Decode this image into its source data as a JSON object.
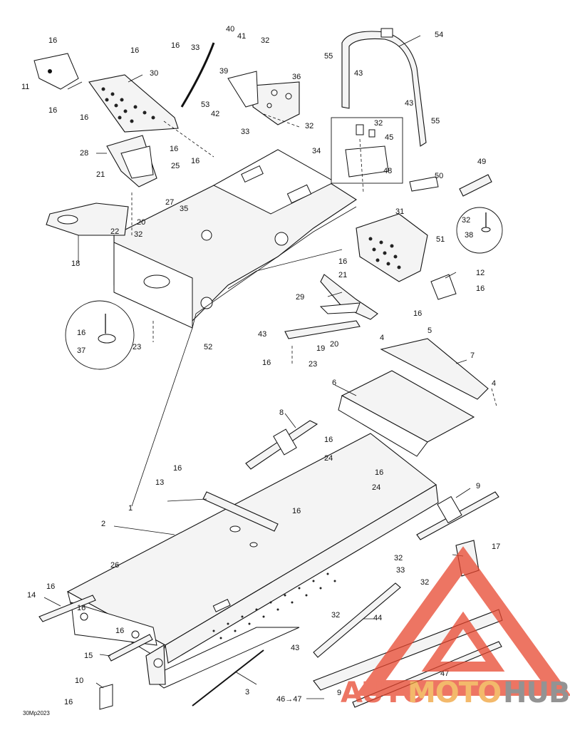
{
  "diagram": {
    "drawing_code": "30Mp2023",
    "callouts": [
      {
        "id": "c16a",
        "text": "16"
      },
      {
        "id": "c11",
        "text": "11"
      },
      {
        "id": "c16b",
        "text": "16"
      },
      {
        "id": "c16c",
        "text": "16"
      },
      {
        "id": "c16d",
        "text": "16"
      },
      {
        "id": "c16e",
        "text": "16"
      },
      {
        "id": "c30",
        "text": "30"
      },
      {
        "id": "c40",
        "text": "40"
      },
      {
        "id": "c41",
        "text": "41"
      },
      {
        "id": "c33a",
        "text": "33"
      },
      {
        "id": "c39",
        "text": "39"
      },
      {
        "id": "c32a",
        "text": "32"
      },
      {
        "id": "c36",
        "text": "36"
      },
      {
        "id": "c53",
        "text": "53"
      },
      {
        "id": "c42",
        "text": "42"
      },
      {
        "id": "c33b",
        "text": "33"
      },
      {
        "id": "c32b",
        "text": "32"
      },
      {
        "id": "c55a",
        "text": "55"
      },
      {
        "id": "c43a",
        "text": "43"
      },
      {
        "id": "c54",
        "text": "54"
      },
      {
        "id": "c43b",
        "text": "43"
      },
      {
        "id": "c55b",
        "text": "55"
      },
      {
        "id": "c32c",
        "text": "32"
      },
      {
        "id": "c45",
        "text": "45"
      },
      {
        "id": "c48",
        "text": "48"
      },
      {
        "id": "c34",
        "text": "34"
      },
      {
        "id": "c28",
        "text": "28"
      },
      {
        "id": "c16f",
        "text": "16"
      },
      {
        "id": "c16g",
        "text": "16"
      },
      {
        "id": "c25",
        "text": "25"
      },
      {
        "id": "c21a",
        "text": "21"
      },
      {
        "id": "c49",
        "text": "49"
      },
      {
        "id": "c50",
        "text": "50"
      },
      {
        "id": "c27",
        "text": "27"
      },
      {
        "id": "c35",
        "text": "35"
      },
      {
        "id": "c20a",
        "text": "20"
      },
      {
        "id": "c22",
        "text": "22"
      },
      {
        "id": "c32d",
        "text": "32"
      },
      {
        "id": "c31",
        "text": "31"
      },
      {
        "id": "c32e",
        "text": "32"
      },
      {
        "id": "c38",
        "text": "38"
      },
      {
        "id": "c51",
        "text": "51"
      },
      {
        "id": "c18",
        "text": "18"
      },
      {
        "id": "c16h",
        "text": "16"
      },
      {
        "id": "c21b",
        "text": "21"
      },
      {
        "id": "c12",
        "text": "12"
      },
      {
        "id": "c29",
        "text": "29"
      },
      {
        "id": "c16i",
        "text": "16"
      },
      {
        "id": "c16j",
        "text": "16"
      },
      {
        "id": "c16k",
        "text": "16"
      },
      {
        "id": "c37",
        "text": "37"
      },
      {
        "id": "c23a",
        "text": "23"
      },
      {
        "id": "c52",
        "text": "52"
      },
      {
        "id": "c43c",
        "text": "43"
      },
      {
        "id": "c4a",
        "text": "4"
      },
      {
        "id": "c5",
        "text": "5"
      },
      {
        "id": "c19",
        "text": "19"
      },
      {
        "id": "c20b",
        "text": "20"
      },
      {
        "id": "c16l",
        "text": "16"
      },
      {
        "id": "c23b",
        "text": "23"
      },
      {
        "id": "c7",
        "text": "7"
      },
      {
        "id": "c6",
        "text": "6"
      },
      {
        "id": "c4b",
        "text": "4"
      },
      {
        "id": "c8",
        "text": "8"
      },
      {
        "id": "c16m",
        "text": "16"
      },
      {
        "id": "c24a",
        "text": "24"
      },
      {
        "id": "c16n",
        "text": "16"
      },
      {
        "id": "c13",
        "text": "13"
      },
      {
        "id": "c16o",
        "text": "16"
      },
      {
        "id": "c24b",
        "text": "24"
      },
      {
        "id": "c1",
        "text": "1"
      },
      {
        "id": "c16p",
        "text": "16"
      },
      {
        "id": "c9",
        "text": "9"
      },
      {
        "id": "c2",
        "text": "2"
      },
      {
        "id": "c17",
        "text": "17"
      },
      {
        "id": "c26",
        "text": "26"
      },
      {
        "id": "c32f",
        "text": "32"
      },
      {
        "id": "c33c",
        "text": "33"
      },
      {
        "id": "c14",
        "text": "14"
      },
      {
        "id": "c16q",
        "text": "16"
      },
      {
        "id": "c16r",
        "text": "16"
      },
      {
        "id": "c32g",
        "text": "32"
      },
      {
        "id": "c32h",
        "text": "32"
      },
      {
        "id": "c44",
        "text": "44"
      },
      {
        "id": "c16s",
        "text": "16"
      },
      {
        "id": "c15",
        "text": "15"
      },
      {
        "id": "c43d",
        "text": "43"
      },
      {
        "id": "c47a",
        "text": "47"
      },
      {
        "id": "c10",
        "text": "10"
      },
      {
        "id": "c16t",
        "text": "16"
      },
      {
        "id": "c3",
        "text": "3"
      },
      {
        "id": "c4647",
        "text": "46→47"
      },
      {
        "id": "c9b",
        "text": "9"
      }
    ]
  },
  "watermark": {
    "brand_a": "AUTO",
    "brand_b": "MOTO",
    "brand_c": "HUB",
    "color_red": "#e8472f",
    "color_orange": "#f0a23a",
    "color_gray": "#6f6f6f"
  }
}
